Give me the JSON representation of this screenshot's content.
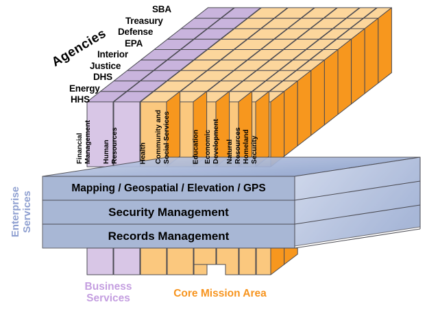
{
  "diagram": {
    "title_axes": {
      "agencies_label": "Agencies",
      "enterprise_services_label": "Enterprise\nServices",
      "business_services_label": "Business\nServices",
      "core_mission_label": "Core Mission Area"
    },
    "agencies": [
      "SBA",
      "Treasury",
      "Defense",
      "EPA",
      "Interior",
      "Justice",
      "DHS",
      "Energy",
      "HHS"
    ],
    "business_services": [
      "Financial\nManagement",
      "Human\nResources"
    ],
    "core_mission_areas": [
      "Health",
      "Community and\nSocial Services",
      "Education",
      "Economic\nDevelopment",
      "Natural\nResources",
      "Homeland\nSecurity"
    ],
    "enterprise_services": [
      "Mapping / Geospatial / Elevation / GPS",
      "Security Management",
      "Records Management"
    ],
    "colors": {
      "business_front": "#d8c6e6",
      "business_top": "#c9b4dd",
      "business_side": "#b9a2d1",
      "core_front": "#fbc87e",
      "core_top": "#fcd69c",
      "core_side": "#f7971e",
      "enterprise_front": "#9aaccf",
      "enterprise_top": "#c3cde5",
      "enterprise_side": "#8fa2c8",
      "business_caption": "#c49ee0",
      "core_caption": "#f7941e",
      "enterprise_caption": "#8e9fd0",
      "stroke": "#4a4a52"
    }
  }
}
